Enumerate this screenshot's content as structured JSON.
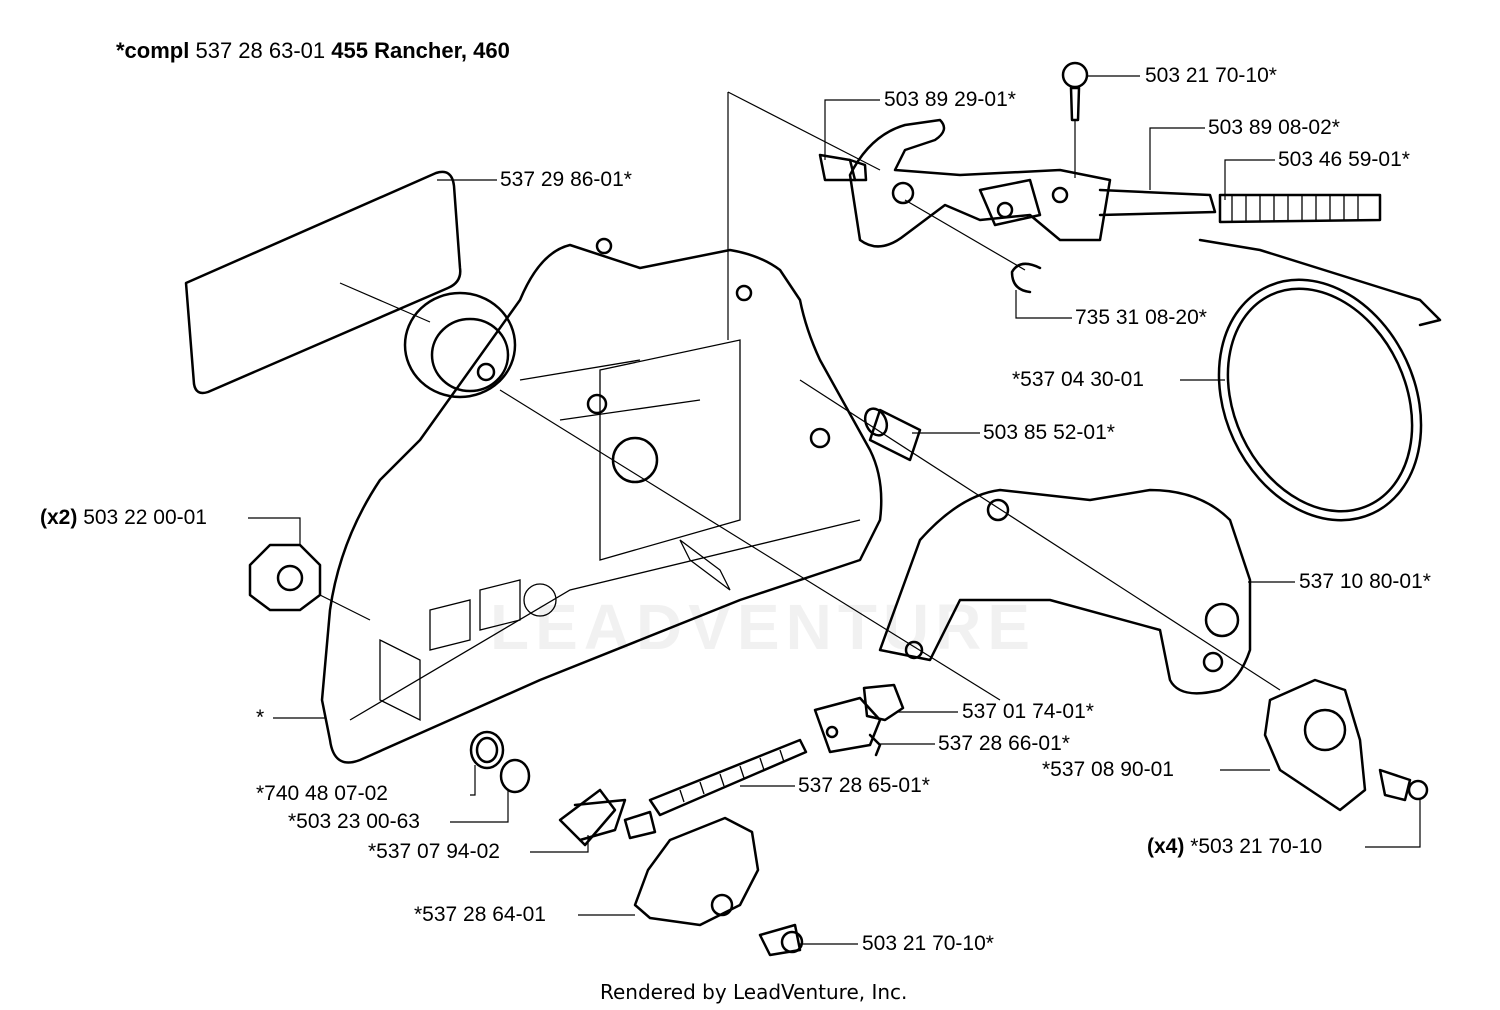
{
  "title": {
    "prefix": "*compl",
    "number": "537 28 63-01",
    "models": "455 Rancher, 460"
  },
  "footer": "Rendered by LeadVenture, Inc.",
  "watermark": "LEADVENTURE",
  "labels": [
    {
      "id": "p1",
      "qty": "",
      "text": "503 21 70-10*"
    },
    {
      "id": "p2",
      "qty": "",
      "text": "503 89 29-01*"
    },
    {
      "id": "p3",
      "qty": "",
      "text": "503 89 08-02*"
    },
    {
      "id": "p4",
      "qty": "",
      "text": "503 46 59-01*"
    },
    {
      "id": "p5",
      "qty": "",
      "text": "537 29 86-01*"
    },
    {
      "id": "p6",
      "qty": "",
      "text": "735 31 08-20*"
    },
    {
      "id": "p7",
      "qty": "",
      "text": "*537 04 30-01"
    },
    {
      "id": "p8",
      "qty": "",
      "text": "503 85 52-01*"
    },
    {
      "id": "p9",
      "qty": "(x2)",
      "text": "503 22 00-01"
    },
    {
      "id": "p10",
      "qty": "",
      "text": "537 10 80-01*"
    },
    {
      "id": "p11",
      "qty": "",
      "text": "*"
    },
    {
      "id": "p12",
      "qty": "",
      "text": "537 01 74-01*"
    },
    {
      "id": "p13",
      "qty": "",
      "text": "537 28 66-01*"
    },
    {
      "id": "p14",
      "qty": "",
      "text": "*537 08 90-01"
    },
    {
      "id": "p15",
      "qty": "",
      "text": "*740 48 07-02"
    },
    {
      "id": "p16",
      "qty": "",
      "text": "537 28 65-01*"
    },
    {
      "id": "p17",
      "qty": "",
      "text": "*503 23 00-63"
    },
    {
      "id": "p18",
      "qty": "",
      "text": "*537 07 94-02"
    },
    {
      "id": "p19",
      "qty": "(x4)",
      "text": "*503 21 70-10"
    },
    {
      "id": "p20",
      "qty": "",
      "text": "*537 28 64-01"
    },
    {
      "id": "p21",
      "qty": "",
      "text": "503 21 70-10*"
    }
  ]
}
